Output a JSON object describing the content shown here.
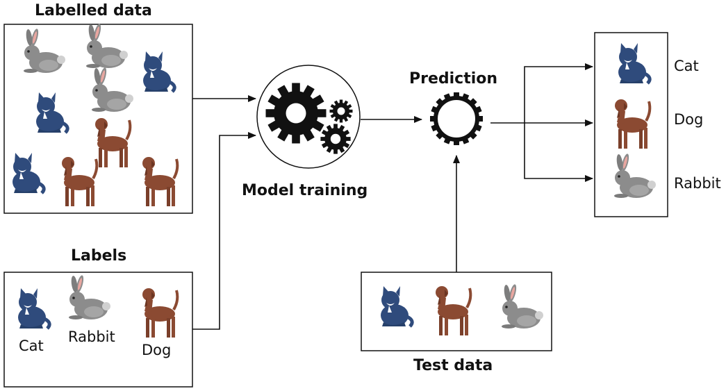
{
  "labelled_data": {
    "title": "Labelled data"
  },
  "labels": {
    "title": "Labels",
    "items": [
      "Cat",
      "Rabbit",
      "Dog"
    ]
  },
  "model_training": {
    "title": "Model training"
  },
  "prediction": {
    "title": "Prediction"
  },
  "test_data": {
    "title": "Test data"
  },
  "outputs": [
    "Cat",
    "Dog",
    "Rabbit"
  ],
  "colors": {
    "cat": "#2f4b7c",
    "dog": "#8b4a32",
    "rabbit": "#8c8c8c",
    "gear": "#111111"
  }
}
